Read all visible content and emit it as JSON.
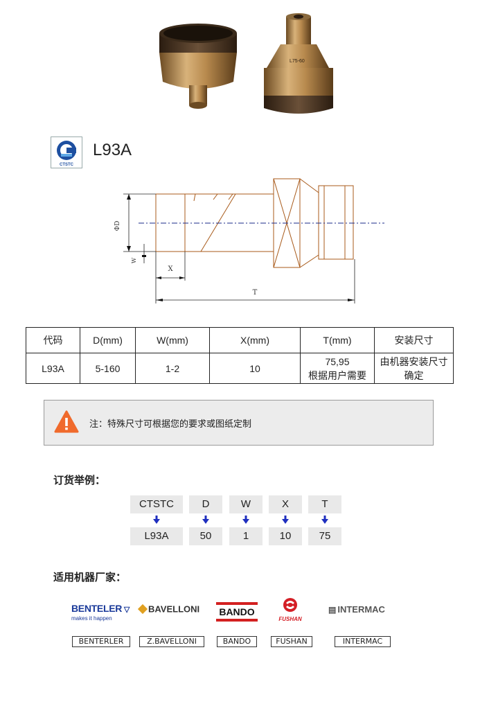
{
  "product": {
    "model": "L93A",
    "logo_text": "CTSTC",
    "photo_label": "L75-60"
  },
  "drawing": {
    "dim_d": "ΦD",
    "dim_w": "W",
    "dim_x": "X",
    "dim_t": "T"
  },
  "spec_table": {
    "headers": [
      "代码",
      "D(mm)",
      "W(mm)",
      "X(mm)",
      "T(mm)",
      "安装尺寸"
    ],
    "row": {
      "code": "L93A",
      "d": "5-160",
      "w": "1-2",
      "x": "10",
      "t_line1": "75,95",
      "t_line2": "根据用户需要",
      "mount_line1": "由机器安装尺寸",
      "mount_line2": "确定"
    }
  },
  "note": {
    "text": "注：特殊尺寸可根据您的要求或图纸定制"
  },
  "order_example": {
    "title": "订货举例：",
    "headers": [
      "CTSTC",
      "D",
      "W",
      "X",
      "T"
    ],
    "values": [
      "L93A",
      "50",
      "1",
      "10",
      "75"
    ]
  },
  "brands": {
    "title": "适用机器厂家：",
    "logos": {
      "benteler": "BENTELER",
      "benteler_tagline": "makes it happen",
      "bavelloni": "BAVELLONI",
      "bando": "BANDO",
      "fushan": "FUSHAN",
      "intermac": "INTERMAC"
    },
    "labels": [
      "BENTERLER",
      "Z.BAVELLONI",
      "BANDO",
      "FUSHAN",
      "INTERMAC"
    ]
  },
  "colors": {
    "warning": "#f06a2c",
    "arrow": "#1f2fbf",
    "brand_blue": "#1a3a9a",
    "bando_red": "#d32020",
    "fushan_red": "#d41f26"
  }
}
